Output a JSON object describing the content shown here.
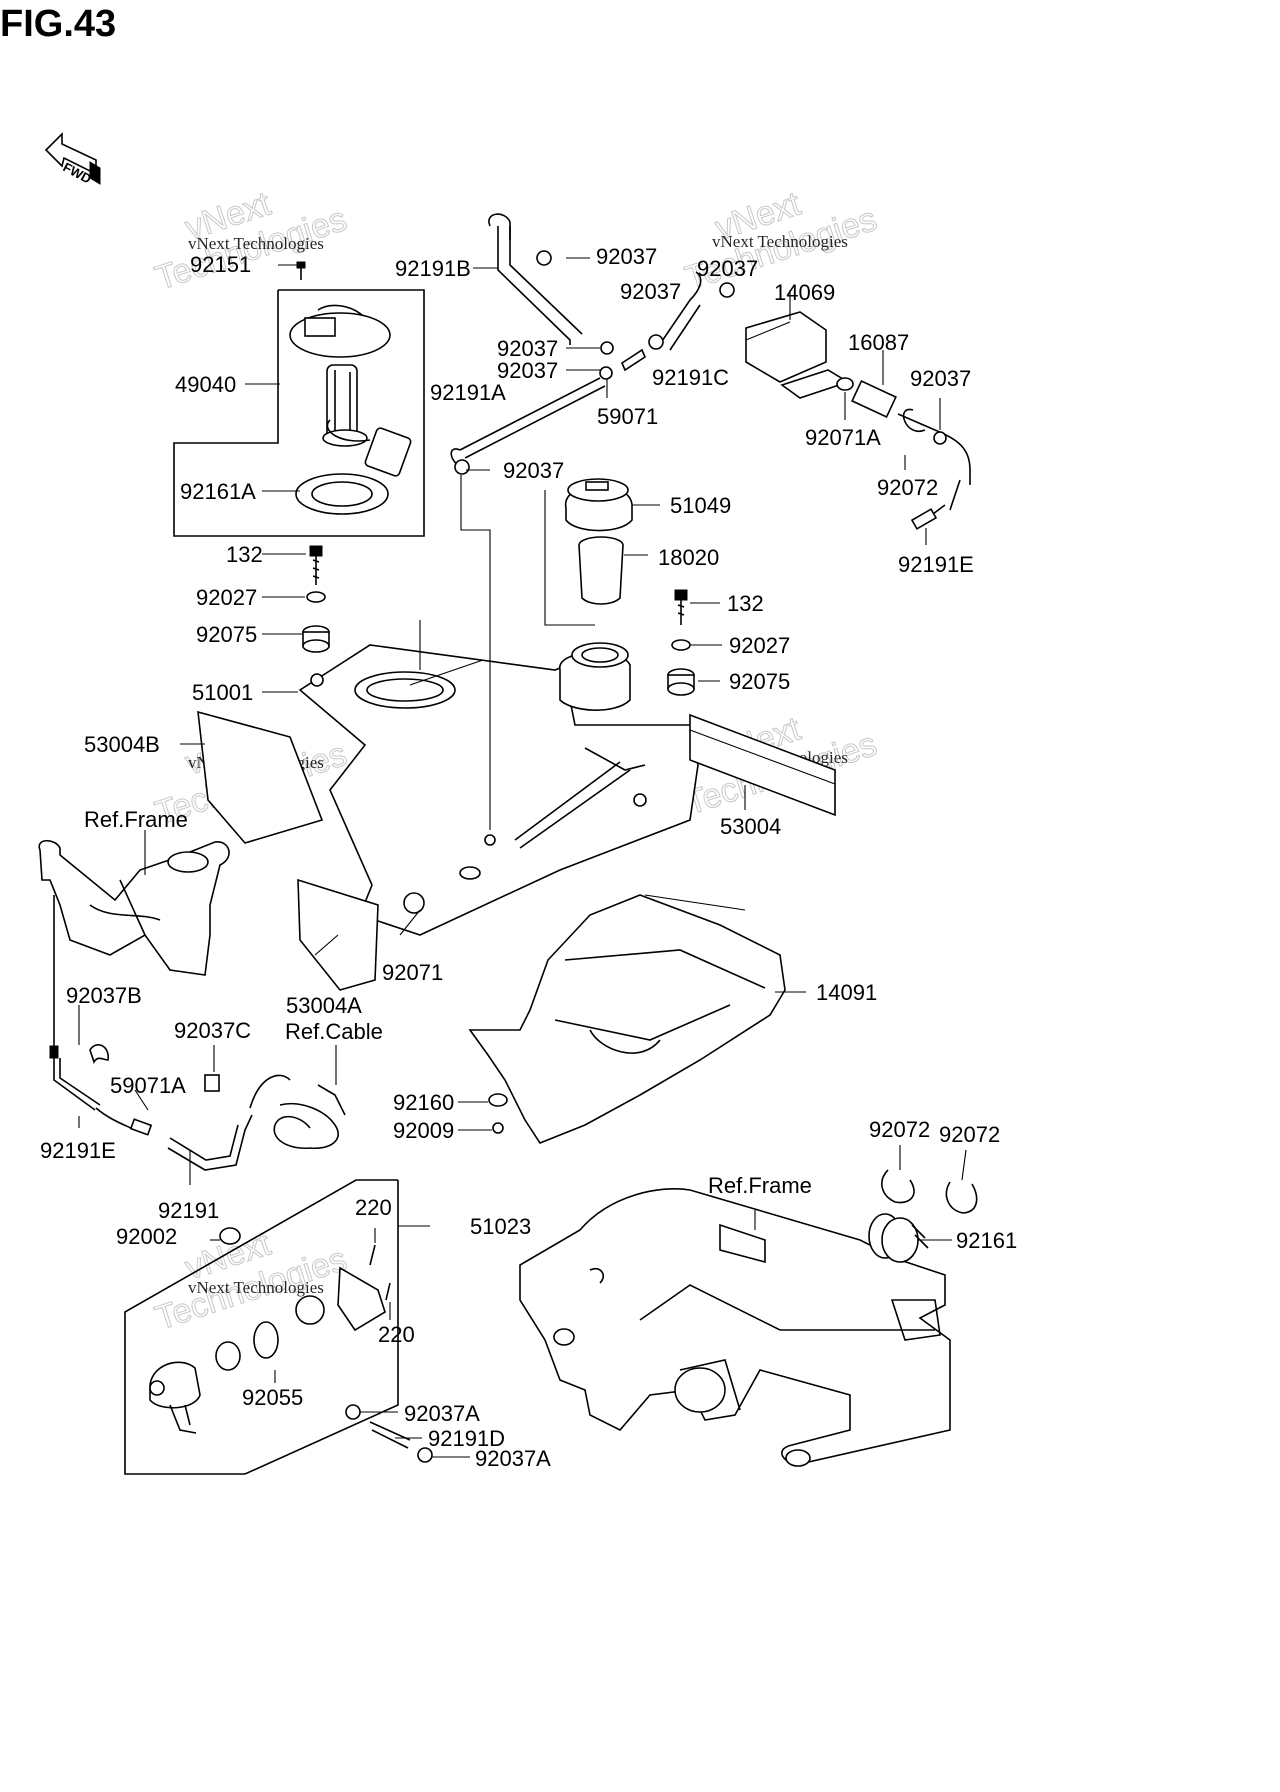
{
  "figure": {
    "title": "FIG.43",
    "direction_label": "FWD"
  },
  "watermark": {
    "text": "vNext Technologies",
    "big_line1": "vNext",
    "big_line2": "Technologies"
  },
  "callouts": {
    "c92151": "92151",
    "c49040": "49040",
    "c92161A": "92161A",
    "c132a": "132",
    "c92027a": "92027",
    "c92075a": "92075",
    "c51001": "51001",
    "c53004B": "53004B",
    "cRefFrame1": "Ref.Frame",
    "c92191B": "92191B",
    "c92037a": "92037",
    "c92037b": "92037",
    "c92037c": "92037",
    "c92037d": "92037",
    "c92037e": "92037",
    "c92037f": "92037",
    "c92037g": "92037",
    "c92191A": "92191A",
    "c59071": "59071",
    "c92191C": "92191C",
    "c14069": "14069",
    "c16087": "16087",
    "c92071A": "92071A",
    "c92072a": "92072",
    "c92191E1": "92191E",
    "c51049": "51049",
    "c18020": "18020",
    "c132b": "132",
    "c92027b": "92027",
    "c92075b": "92075",
    "c53004": "53004",
    "c92071": "92071",
    "c53004A": "53004A",
    "c14091": "14091",
    "c92037B": "92037B",
    "c92037C": "92037C",
    "cRefCable": "Ref.Cable",
    "c59071A": "59071A",
    "c92191E2": "92191E",
    "c92191": "92191",
    "c92160": "92160",
    "c92009": "92009",
    "c92072b": "92072",
    "c92072c": "92072",
    "cRefFrame2": "Ref.Frame",
    "c92161": "92161",
    "c220a": "220",
    "c51023": "51023",
    "c92002": "92002",
    "c220b": "220",
    "c92055": "92055",
    "c92037A1": "92037A",
    "c92191D": "92191D",
    "c92037A2": "92037A"
  }
}
